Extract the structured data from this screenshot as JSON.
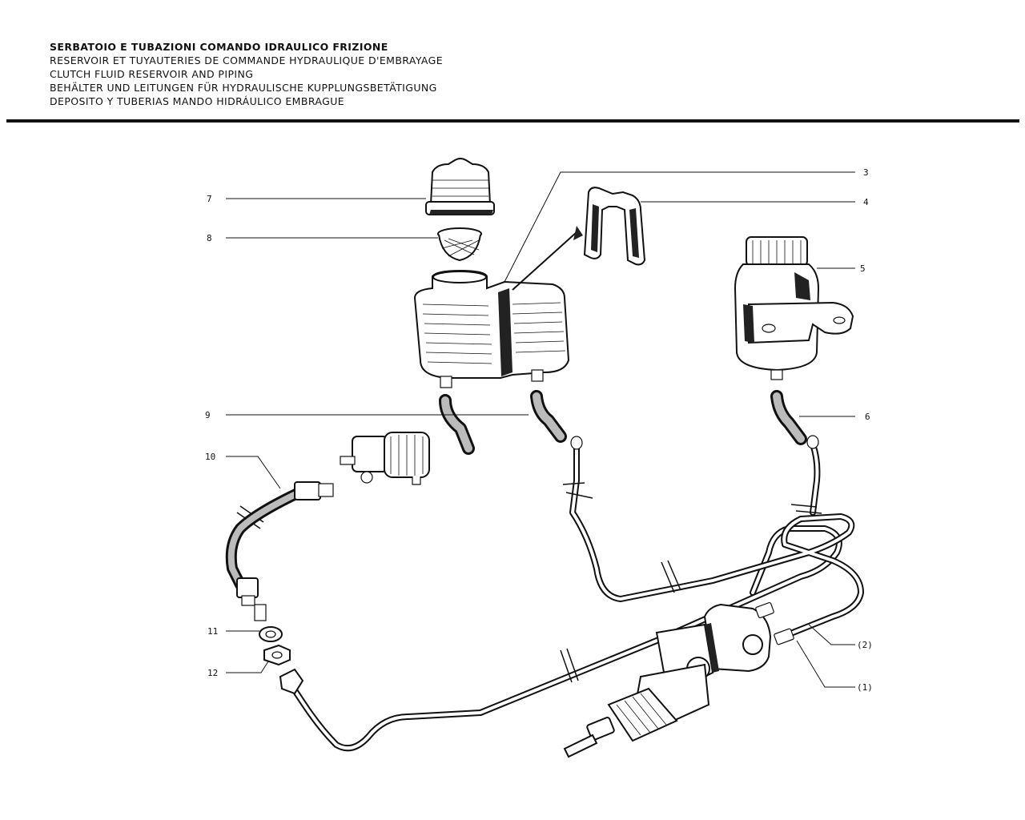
{
  "header": {
    "title_it": "SERBATOIO E TUBAZIONI COMANDO IDRAULICO FRIZIONE",
    "title_fr": "RESERVOIR ET TUYAUTERIES DE COMMANDE HYDRAULIQUE D'EMBRAYAGE",
    "title_en": "CLUTCH FLUID RESERVOIR AND PIPING",
    "title_de": "BEHÄLTER UND LEITUNGEN FÜR HYDRAULISCHE KUPPLUNGSBETÄTIGUNG",
    "title_es": "DEPOSITO Y TUBERIAS MANDO HIDRÁULICO EMBRAGUE"
  },
  "callouts": {
    "c3": "3",
    "c4": "4",
    "c5": "5",
    "c6": "6",
    "c7": "7",
    "c8": "8",
    "c9": "9",
    "c10": "10",
    "c11": "11",
    "c12": "12",
    "c_ref2": "(2)",
    "c_ref1": "(1)"
  },
  "colors": {
    "ink": "#111111",
    "paper": "#ffffff"
  }
}
